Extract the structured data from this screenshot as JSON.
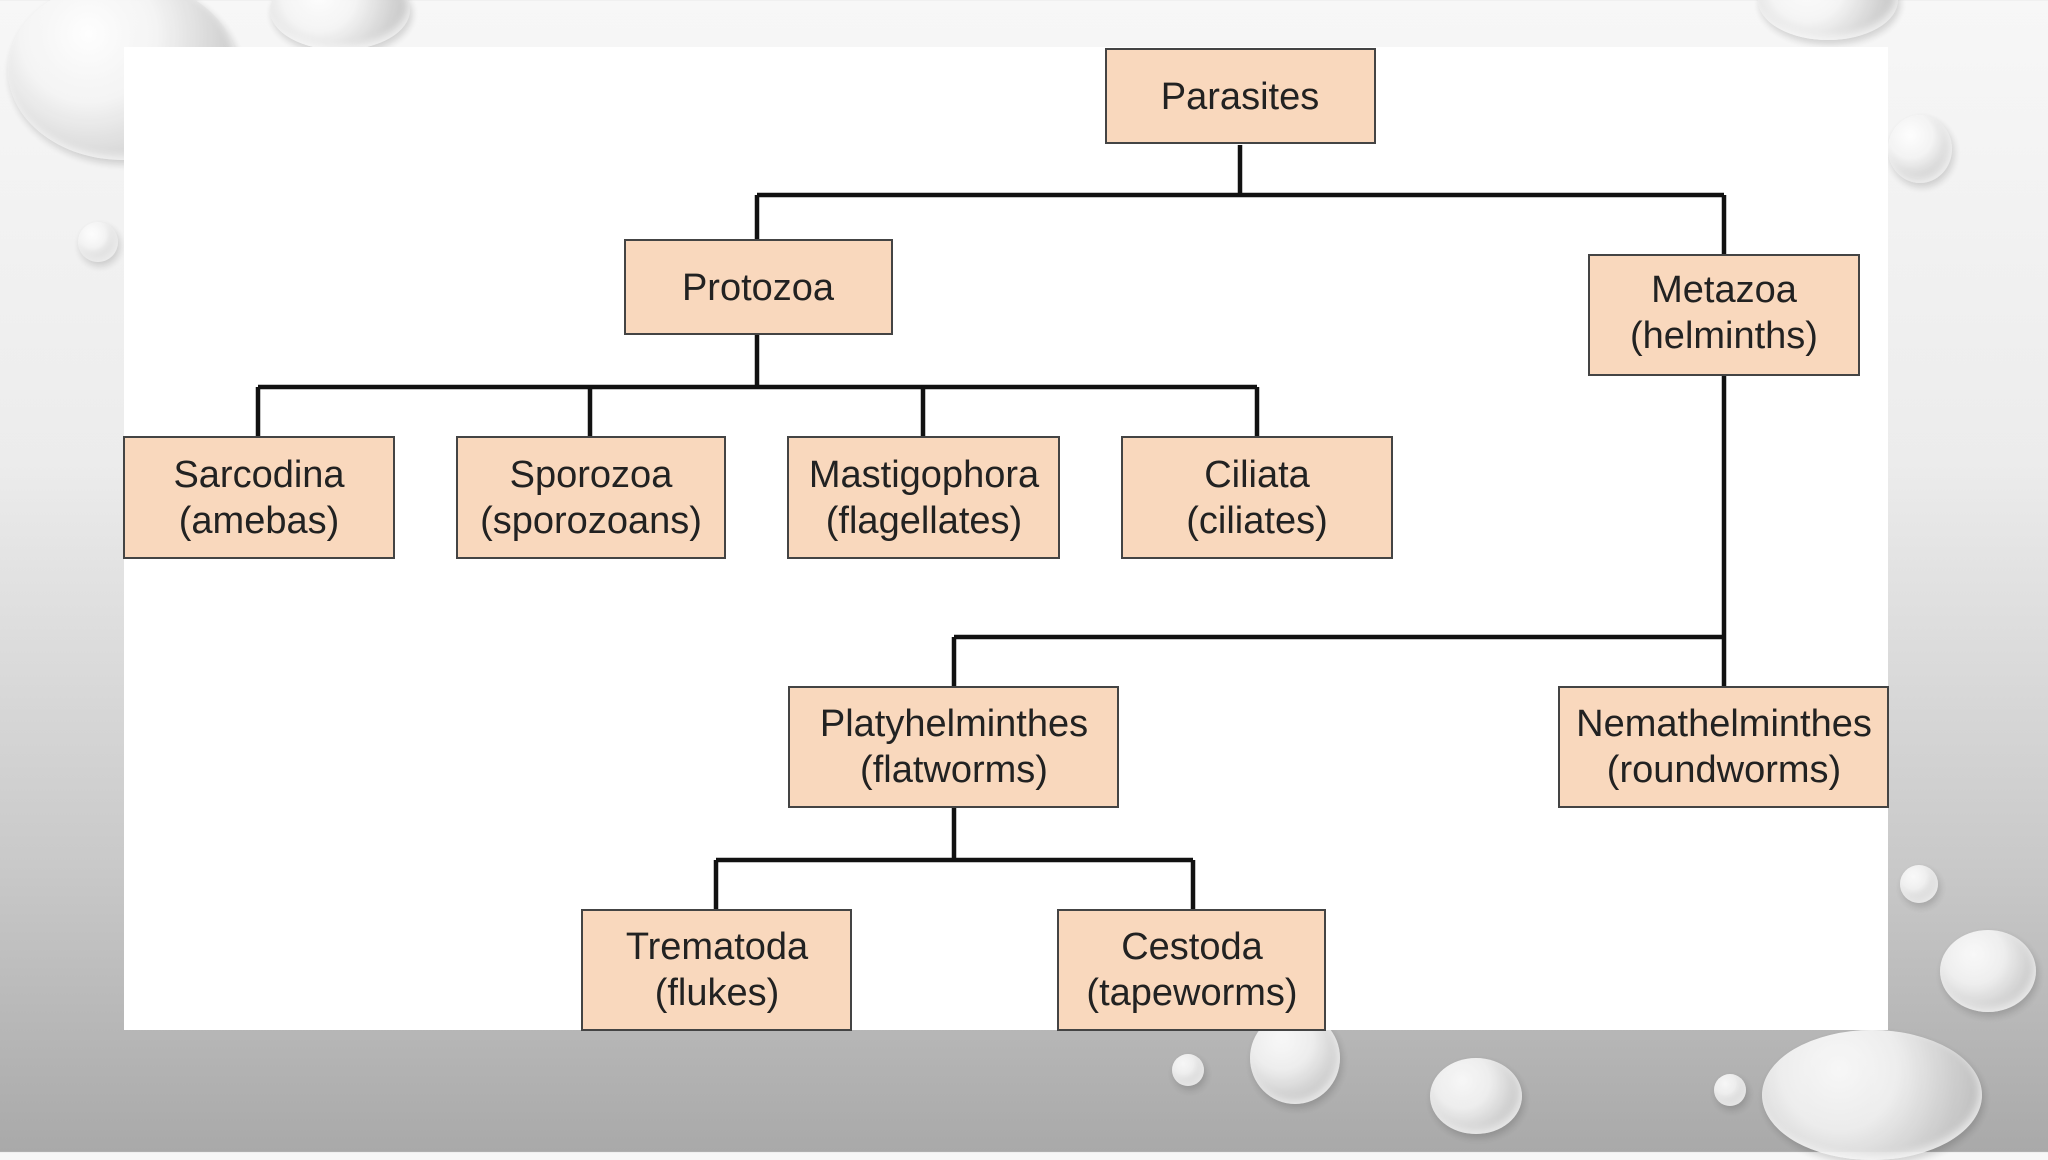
{
  "diagram": {
    "root": {
      "line1": "Parasites"
    },
    "protozoa": {
      "line1": "Protozoa"
    },
    "metazoa": {
      "line1": "Metazoa",
      "line2": "(helminths)"
    },
    "sarcodina": {
      "line1": "Sarcodina",
      "line2": "(amebas)"
    },
    "sporozoa": {
      "line1": "Sporozoa",
      "line2": "(sporozoans)"
    },
    "mastigophora": {
      "line1": "Mastigophora",
      "line2": "(flagellates)"
    },
    "ciliata": {
      "line1": "Ciliata",
      "line2": "(ciliates)"
    },
    "platyhelminthes": {
      "line1": "Platyhelminthes",
      "line2": "(flatworms)"
    },
    "nemathelminthes": {
      "line1": "Nemathelminthes",
      "line2": "(roundworms)"
    },
    "trematoda": {
      "line1": "Trematoda",
      "line2": "(flukes)"
    },
    "cestoda": {
      "line1": "Cestoda",
      "line2": "(tapeworms)"
    }
  },
  "colors": {
    "node_fill": "#f9d8bd",
    "node_border": "#444444",
    "connector": "#111111"
  }
}
